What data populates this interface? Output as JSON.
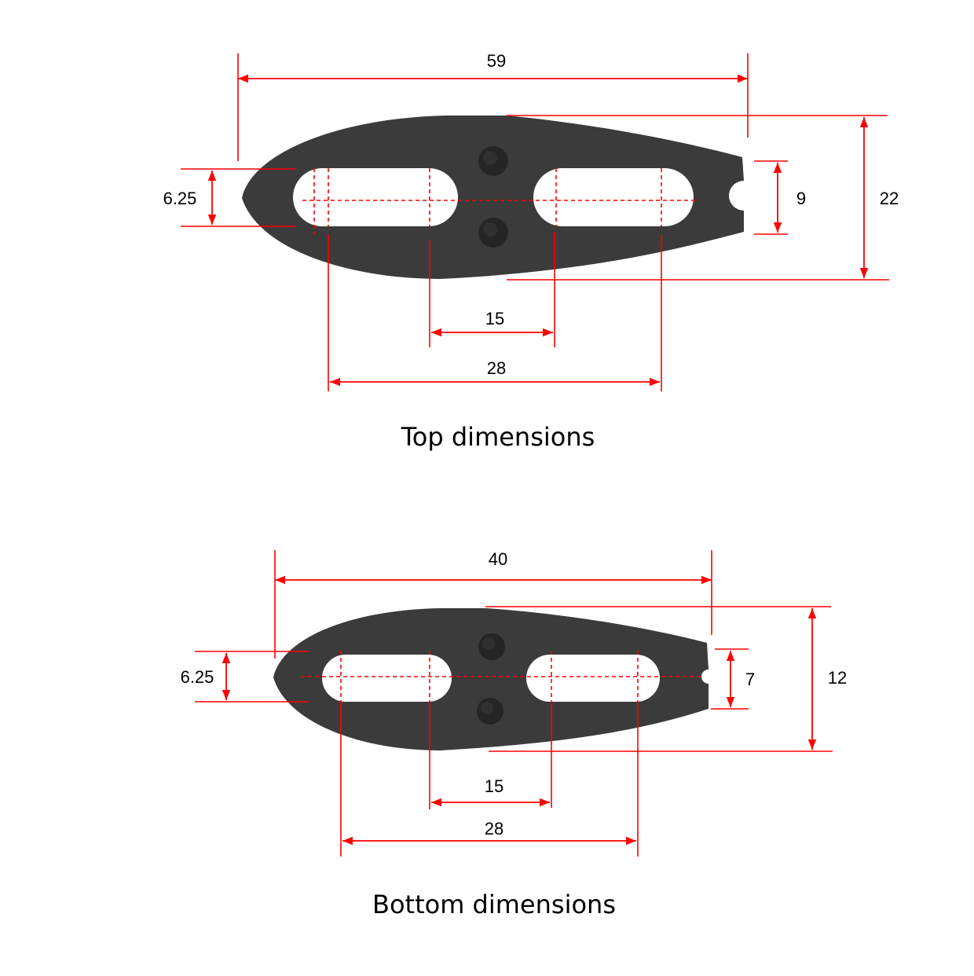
{
  "colors": {
    "dimension_line": "#ff0000",
    "part_fill": "#3b3b3b",
    "bolt": "#232323",
    "background": "#ffffff"
  },
  "top": {
    "caption": "Top dimensions",
    "overall_length": "59",
    "slot_width": "6.25",
    "tip_width": "9",
    "overall_width": "22",
    "slot_gap": "15",
    "slot_span": "28"
  },
  "bottom": {
    "caption": "Bottom dimensions",
    "overall_length": "40",
    "slot_width": "6.25",
    "tip_width": "7",
    "overall_width": "12",
    "slot_gap": "15",
    "slot_span": "28"
  }
}
